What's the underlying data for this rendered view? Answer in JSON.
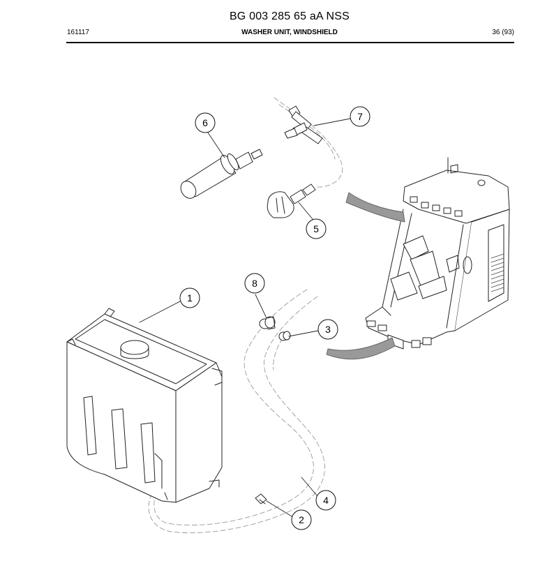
{
  "header": {
    "document_id": "BG 003 285 65 aA NSS",
    "date_code": "161117",
    "section_title": "WASHER UNIT, WINDSHIELD",
    "page": "36 (93)"
  },
  "callouts": [
    {
      "id": "callout-1",
      "label": "1"
    },
    {
      "id": "callout-2",
      "label": "2"
    },
    {
      "id": "callout-3",
      "label": "3"
    },
    {
      "id": "callout-4",
      "label": "4"
    },
    {
      "id": "callout-5",
      "label": "5"
    },
    {
      "id": "callout-6",
      "label": "6"
    },
    {
      "id": "callout-7",
      "label": "7"
    },
    {
      "id": "callout-8",
      "label": "8"
    }
  ]
}
